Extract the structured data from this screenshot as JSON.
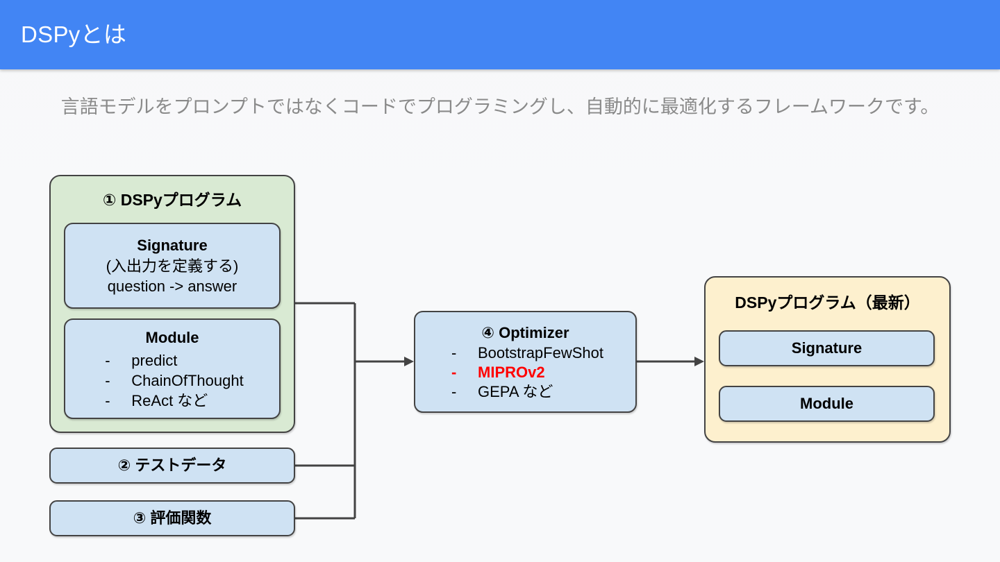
{
  "header": {
    "title": "DSPyとは",
    "bar_color": "#4285f4"
  },
  "subtitle": {
    "text": "言語モデルをプロンプトではなくコードでプログラミングし、自動的に最適化するフレームワークです。",
    "color": "#8a8a8a"
  },
  "diagram": {
    "dspy_program": {
      "title": "① DSPyプログラム",
      "fill": "#d9ead3",
      "signature": {
        "title": "Signature",
        "line1": "(入出力を定義する)",
        "line2": "question -> answer",
        "fill": "#cfe2f3"
      },
      "module": {
        "title": "Module",
        "fill": "#cfe2f3",
        "items": [
          {
            "dash": "-",
            "label": "predict",
            "highlight": false
          },
          {
            "dash": "-",
            "label": "ChainOfThought",
            "highlight": false
          },
          {
            "dash": "-",
            "label": "ReAct など",
            "highlight": false
          }
        ]
      }
    },
    "test_data": {
      "title": "② テストデータ",
      "fill": "#cfe2f3"
    },
    "metric": {
      "title": "③ 評価関数",
      "fill": "#cfe2f3"
    },
    "optimizer": {
      "title": "④ Optimizer",
      "fill": "#cfe2f3",
      "items": [
        {
          "dash": "-",
          "label": "BootstrapFewShot",
          "highlight": false
        },
        {
          "dash": "-",
          "label": "MIPROv2",
          "highlight": true
        },
        {
          "dash": "-",
          "label": "GEPA など",
          "highlight": false
        }
      ],
      "highlight_color": "#ff0000"
    },
    "result_program": {
      "title": "DSPyプログラム（最新）",
      "fill": "#fdf0ce",
      "signature": {
        "title": "Signature",
        "fill": "#cfe2f3"
      },
      "module": {
        "title": "Module",
        "fill": "#cfe2f3"
      }
    },
    "connector_color": "#434343"
  }
}
